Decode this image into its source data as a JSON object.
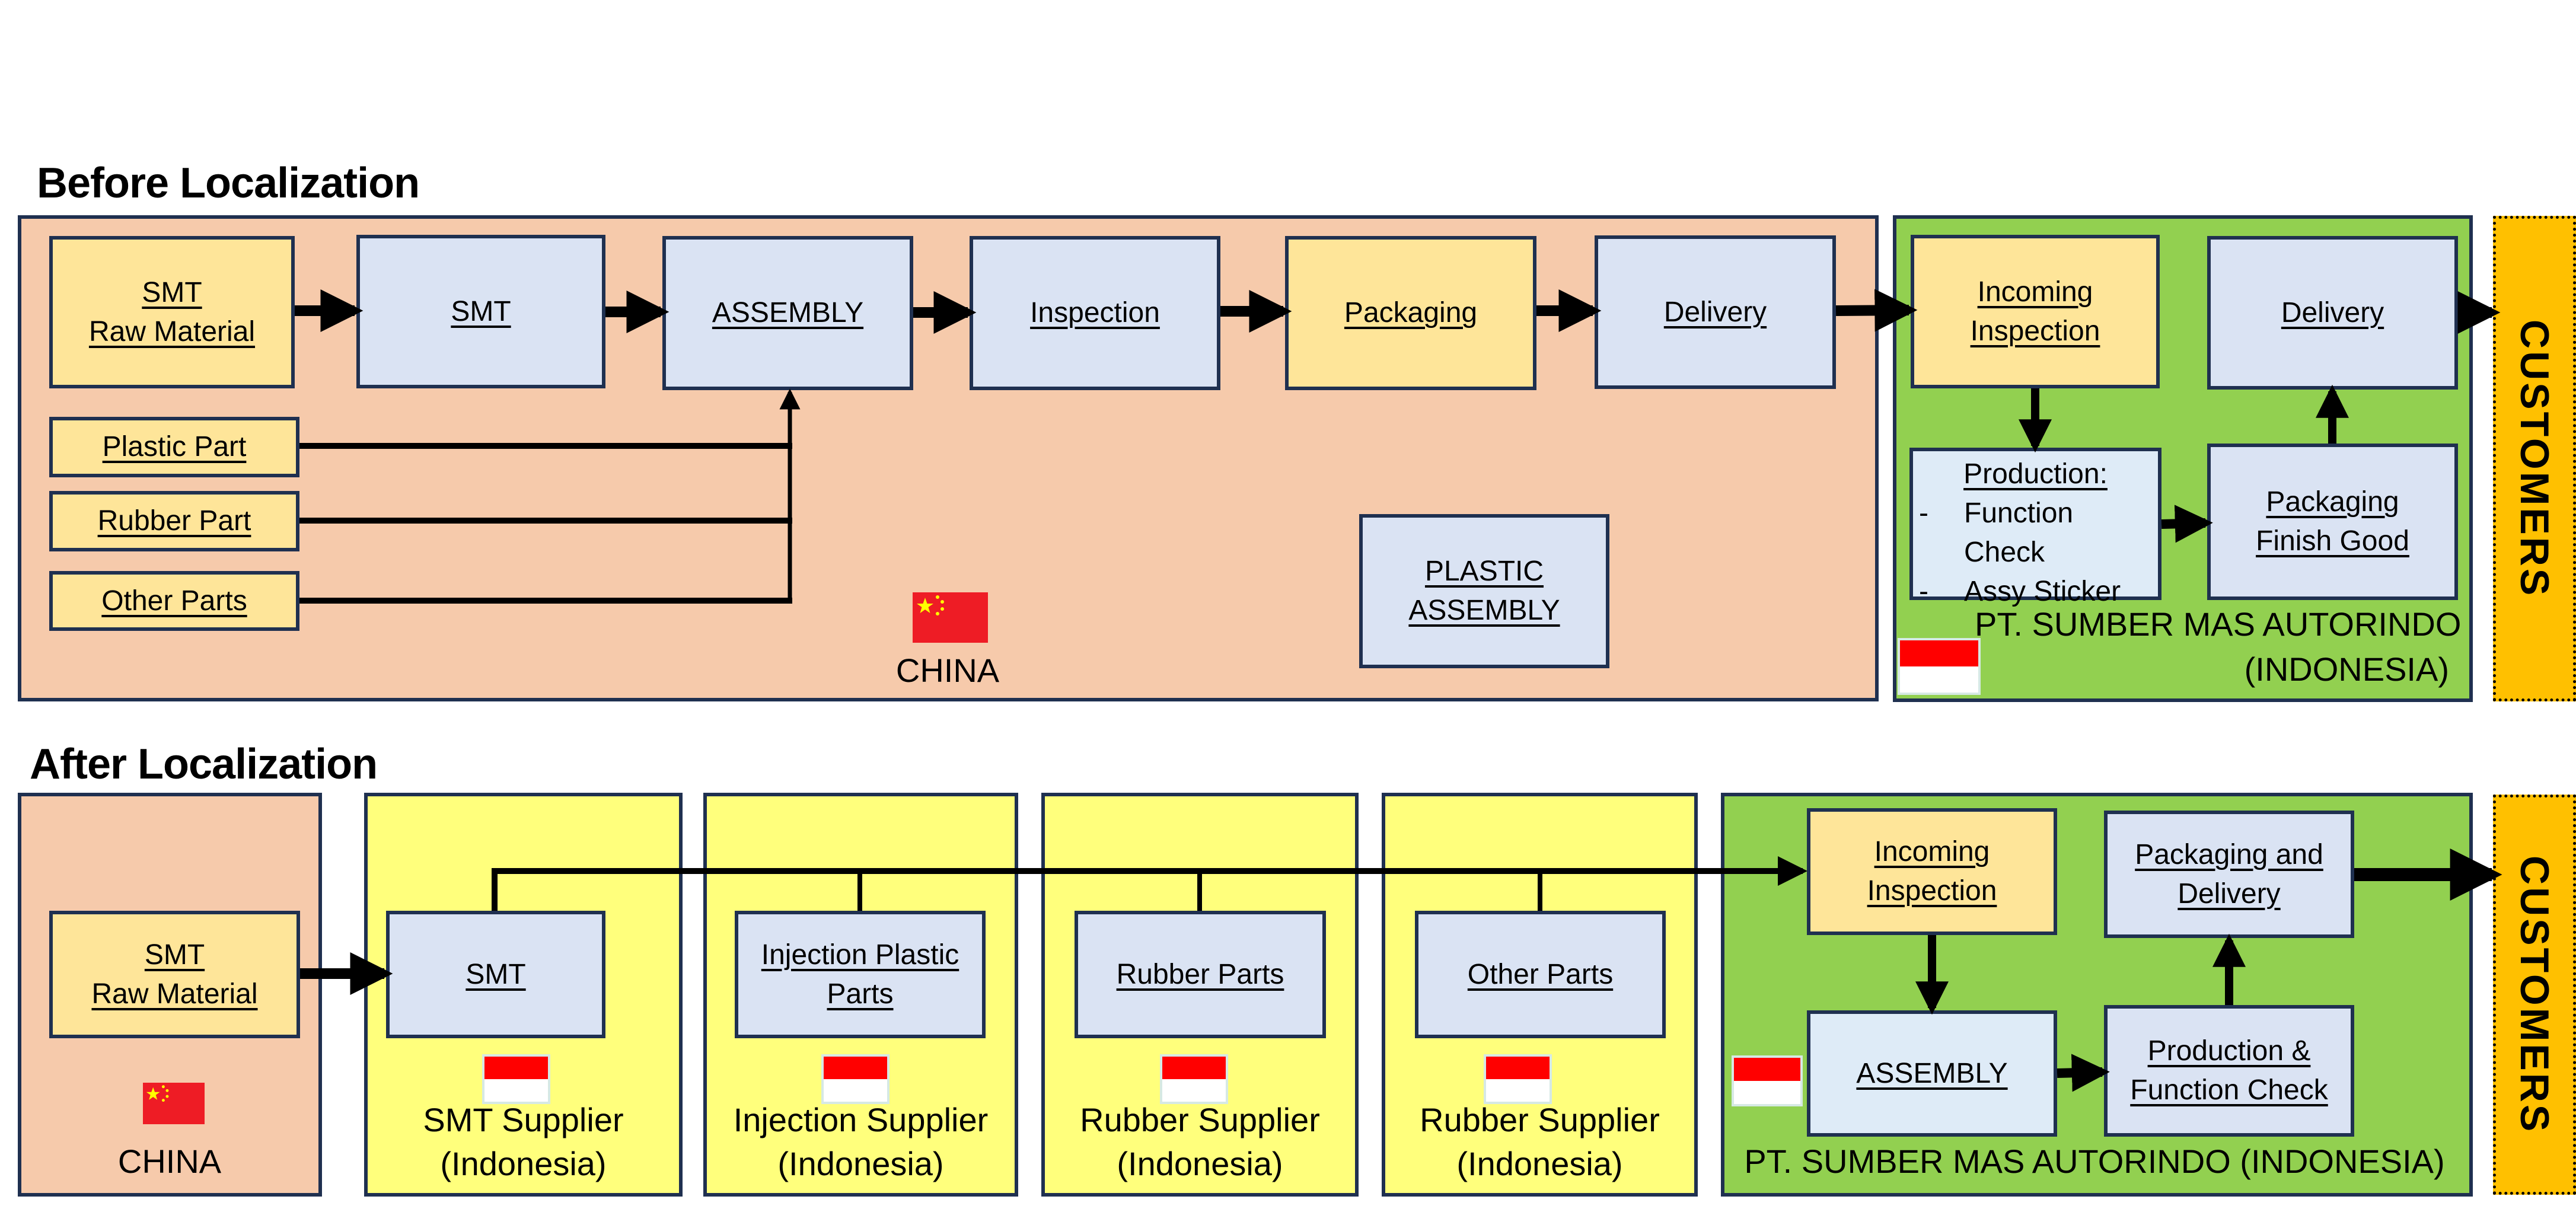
{
  "before": {
    "title": "Before Localization",
    "china_region": {
      "country_label": "CHINA",
      "flow": [
        {
          "lines": [
            "SMT",
            "Raw Material"
          ]
        },
        {
          "lines": [
            "SMT"
          ]
        },
        {
          "lines": [
            "ASSEMBLY"
          ]
        },
        {
          "lines": [
            "Inspection"
          ]
        },
        {
          "lines": [
            "Packaging"
          ]
        },
        {
          "lines": [
            "Delivery"
          ]
        }
      ],
      "parts": [
        {
          "label": "Plastic Part"
        },
        {
          "label": "Rubber Part"
        },
        {
          "label": "Other Parts"
        }
      ],
      "plastic_assembly": [
        "PLASTIC",
        "ASSEMBLY"
      ]
    },
    "indonesia_region": {
      "company_line1": "PT. SUMBER MAS AUTORINDO",
      "company_line2": "(INDONESIA)",
      "incoming": [
        "Incoming",
        "Inspection"
      ],
      "delivery": [
        "Delivery"
      ],
      "production": {
        "heading": "Production:",
        "items": [
          {
            "dash": "-",
            "text": "Function"
          },
          {
            "dash": "",
            "text": "Check"
          },
          {
            "dash": "-",
            "text": "Assy Sticker"
          }
        ]
      },
      "packaging": [
        "Packaging",
        "Finish Good"
      ]
    },
    "customers_label": "CUSTOMERS"
  },
  "after": {
    "title": "After Localization",
    "china_region": {
      "box": [
        "SMT",
        "Raw Material"
      ],
      "country_label": "CHINA"
    },
    "suppliers": [
      {
        "box": [
          "SMT"
        ],
        "label1": "SMT Supplier",
        "label2": "(Indonesia)"
      },
      {
        "box": [
          "Injection Plastic",
          "Parts"
        ],
        "label1": "Injection Supplier",
        "label2": "(Indonesia)"
      },
      {
        "box": [
          "Rubber Parts"
        ],
        "label1": "Rubber Supplier",
        "label2": "(Indonesia)"
      },
      {
        "box": [
          "Other Parts"
        ],
        "label1": "Rubber Supplier",
        "label2": "(Indonesia)"
      }
    ],
    "indonesia_region": {
      "company": "PT. SUMBER MAS AUTORINDO (INDONESIA)",
      "incoming": [
        "Incoming",
        "Inspection"
      ],
      "packaging_delivery": [
        "Packaging and",
        "Delivery"
      ],
      "assembly": [
        "ASSEMBLY"
      ],
      "production_check": [
        "Production &",
        "Function Check"
      ]
    },
    "customers_label": "CUSTOMERS"
  },
  "colors": {
    "china_bg": "#f6caab",
    "indonesia_bg": "#92d050",
    "supplier_bg": "#ffff7c",
    "customers_bg": "#ffc000",
    "process_box": "#dae3f3",
    "material_box": "#fee599",
    "border": "#1f3050"
  },
  "icons": {
    "china_flag": "flag-china-icon",
    "indonesia_flag": "flag-indonesia-icon"
  }
}
